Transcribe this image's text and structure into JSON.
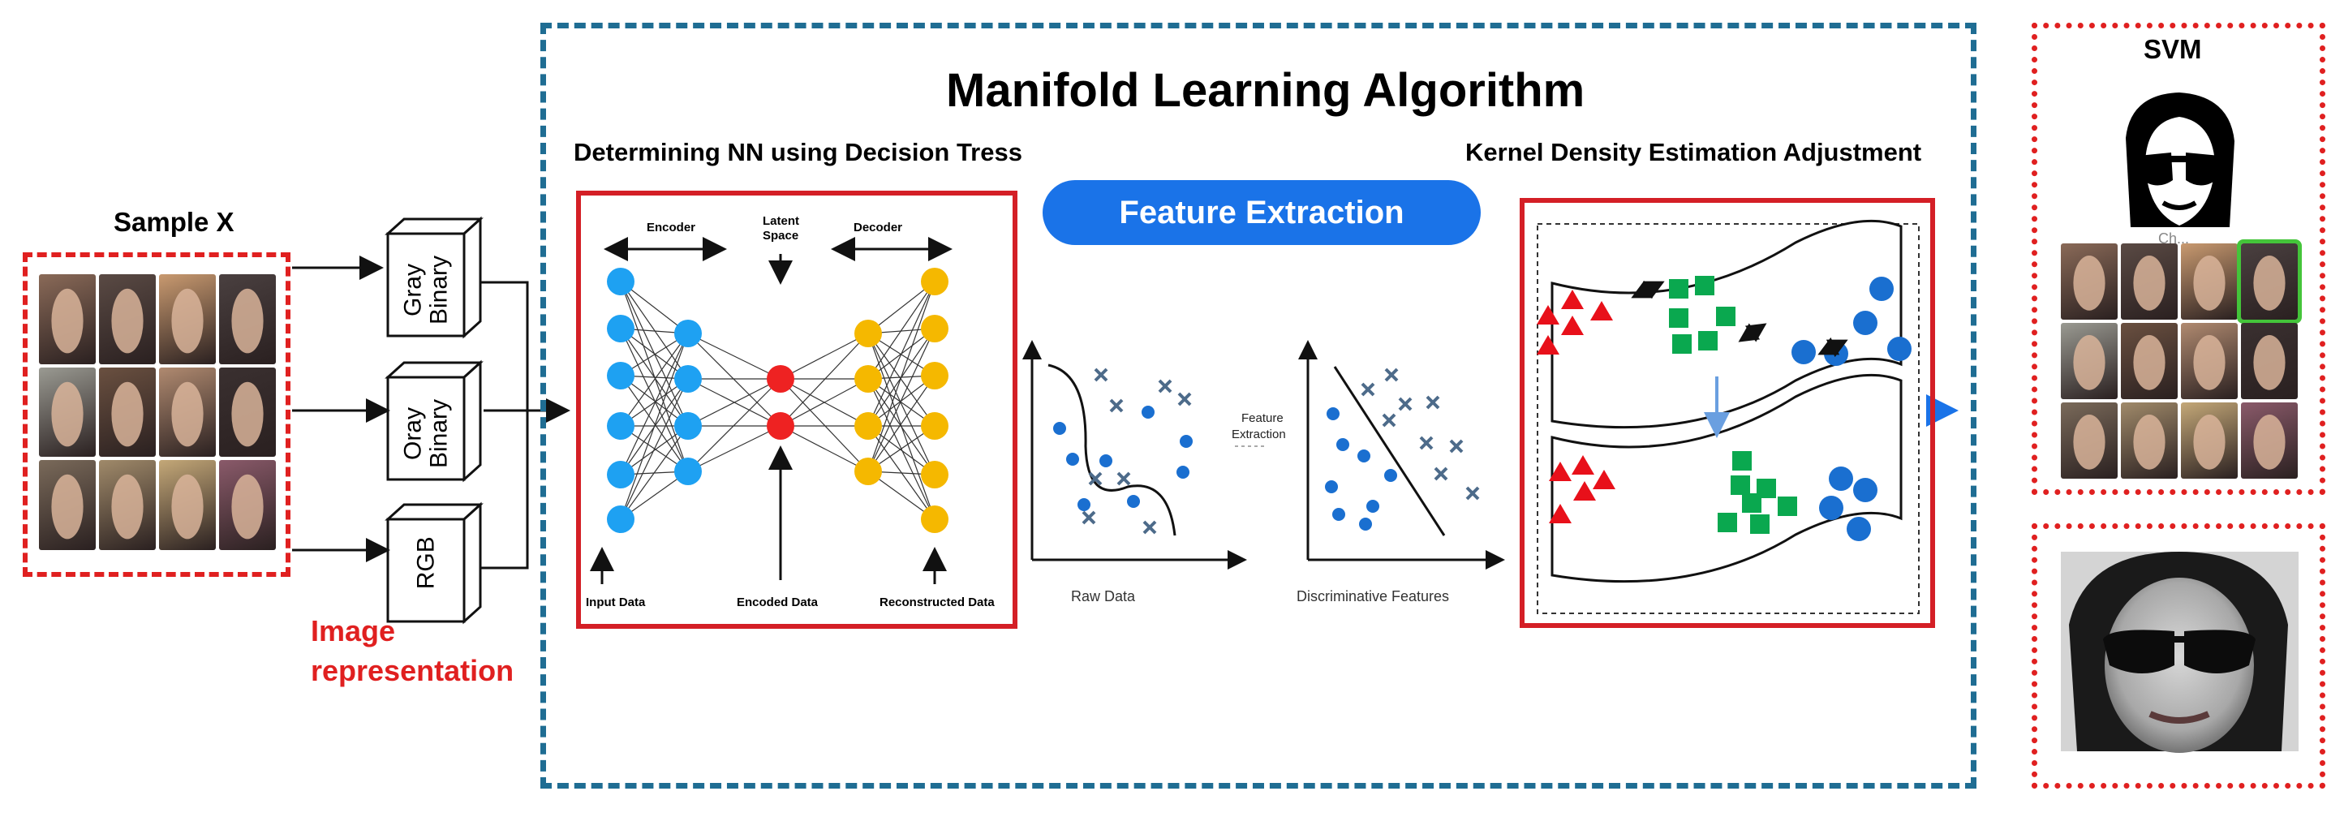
{
  "title": "Manifold Learning Algorithm",
  "sample": {
    "label": "Sample X",
    "colors": [
      "#8a6a58",
      "#5a4a44",
      "#c99a70",
      "#4a4040",
      "#9a9a92",
      "#6a5040",
      "#b08a70",
      "#3a3030",
      "#7a6a5a",
      "#a08a6a",
      "#c4a878",
      "#8a5a6a"
    ]
  },
  "representation": {
    "caption_line1": "Image",
    "caption_line2": "representation",
    "channels": [
      {
        "line1": "Gray",
        "line2": "Binary"
      },
      {
        "line1": "Oray",
        "line2": "Binary"
      },
      {
        "line1": "RGB",
        "line2": ""
      }
    ]
  },
  "nn_panel": {
    "heading": "Determining NN using Decision Tress",
    "encoder": "Encoder",
    "latent_line1": "Latent",
    "latent_line2": "Space",
    "decoder": "Decoder",
    "input": "Input Data",
    "encoded": "Encoded Data",
    "reconstructed": "Reconstructed Data",
    "colors": {
      "input": "#1ea1f2",
      "latent": "#ee2222",
      "output": "#f5b800"
    }
  },
  "feature": {
    "pill": "Feature Extraction",
    "middle_line1": "Feature",
    "middle_line2": "Extraction",
    "raw": "Raw Data",
    "discriminative": "Discriminative Features"
  },
  "kde": {
    "heading": "Kernel Density Estimation Adjustment",
    "colors": {
      "triangle": "#e8101a",
      "square": "#0aa84f",
      "circle": "#1a6fd0"
    }
  },
  "svm": {
    "label": "SVM",
    "occluded_text": "Ch...",
    "colors": [
      "#8a6a58",
      "#5a4a44",
      "#c99a70",
      "#4a4040",
      "#9a9a92",
      "#6a5040",
      "#b08a70",
      "#3a3030",
      "#7a6a5a",
      "#a08a6a",
      "#c4a878",
      "#8a5a6a"
    ]
  }
}
